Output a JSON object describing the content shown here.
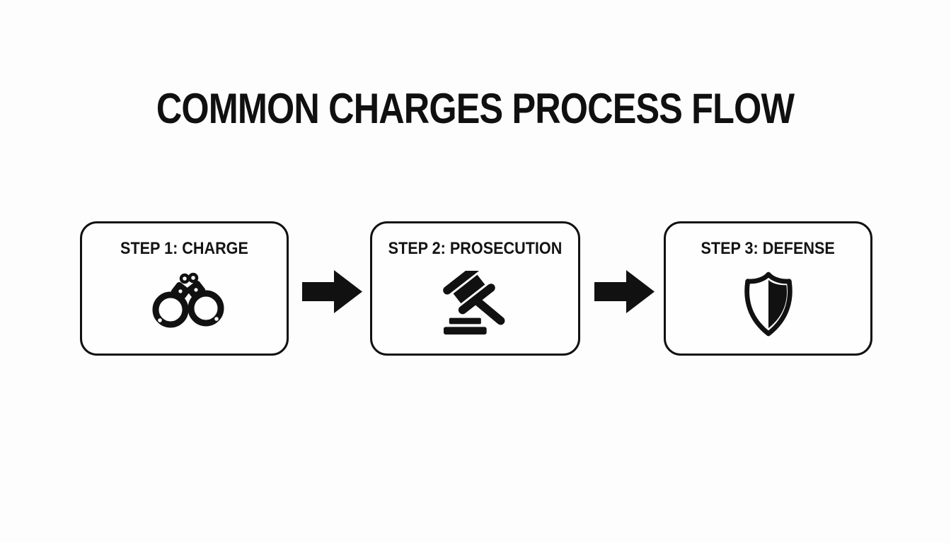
{
  "diagram": {
    "title": "COMMON CHARGES PROCESS FLOW",
    "type": "process-flow",
    "colors": {
      "background": "#fdfdfd",
      "box_fill": "#fefefe",
      "ink": "#111111"
    },
    "steps": [
      {
        "label": "STEP 1: CHARGE",
        "icon": "handcuffs-icon"
      },
      {
        "label": "STEP 2: PROSECUTION",
        "icon": "gavel-icon"
      },
      {
        "label": "STEP 3: DEFENSE",
        "icon": "shield-half-icon"
      }
    ],
    "connectors": [
      {
        "from": "STEP 1: CHARGE",
        "to": "STEP 2: PROSECUTION",
        "icon": "arrow-right-icon"
      },
      {
        "from": "STEP 2: PROSECUTION",
        "to": "STEP 3: DEFENSE",
        "icon": "arrow-right-icon"
      }
    ]
  }
}
